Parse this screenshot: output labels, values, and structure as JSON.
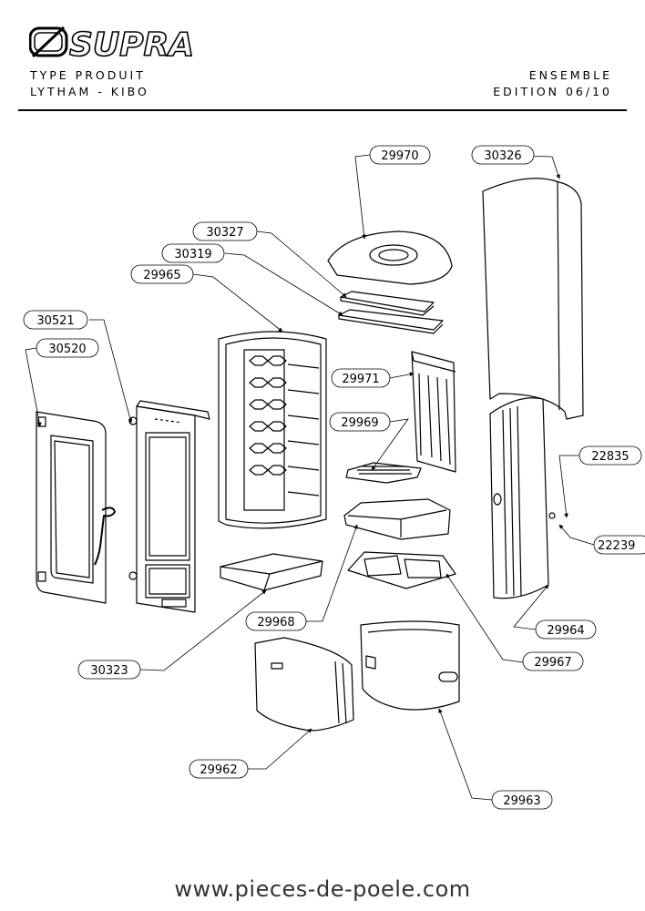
{
  "brand": "SUPRA",
  "header": {
    "left_line1": "TYPE PRODUIT",
    "left_line2": "LYTHAM - KIBO",
    "right_line1": "ENSEMBLE",
    "right_line2": "EDITION 06/10"
  },
  "callouts": {
    "p29970": "29970",
    "p30326": "30326",
    "p30327": "30327",
    "p30319": "30319",
    "p29965": "29965",
    "p30521": "30521",
    "p30520": "30520",
    "p29971": "29971",
    "p29969": "29969",
    "p22835": "22835",
    "p22239": "22239",
    "p29964": "29964",
    "p29967": "29967",
    "p29968": "29968",
    "p30323": "30323",
    "p29962": "29962",
    "p29963": "29963"
  },
  "footer": {
    "url": "www.pieces-de-poele.com"
  }
}
